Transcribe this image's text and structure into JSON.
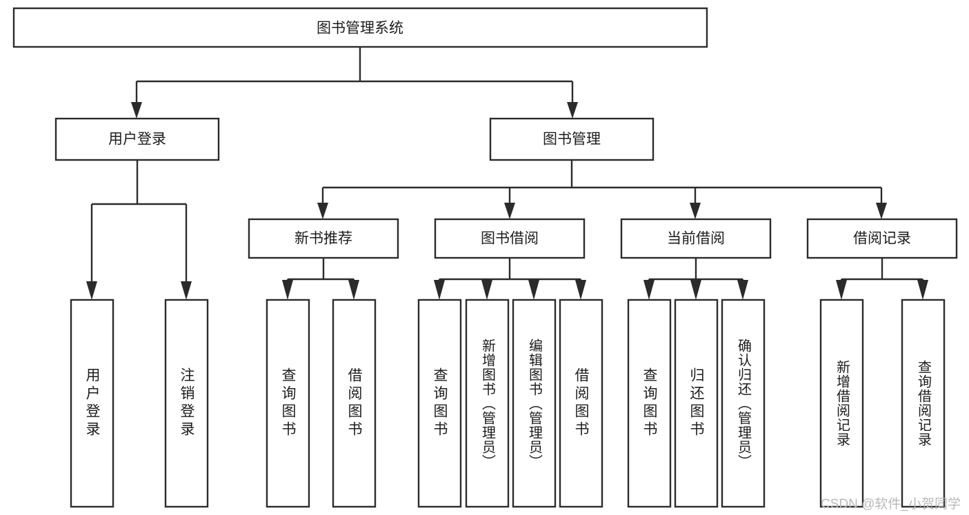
{
  "diagram": {
    "title": "图书管理系统",
    "type": "hierarchy-tree",
    "root": {
      "id": "root",
      "label": "图书管理系统"
    },
    "level2": [
      {
        "id": "user-login",
        "label": "用户登录"
      },
      {
        "id": "book-management",
        "label": "图书管理"
      }
    ],
    "level3": [
      {
        "id": "new-book-recommend",
        "label": "新书推荐",
        "parent": "book-management"
      },
      {
        "id": "book-borrow",
        "label": "图书借阅",
        "parent": "book-management"
      },
      {
        "id": "current-borrow",
        "label": "当前借阅",
        "parent": "book-management"
      },
      {
        "id": "borrow-record",
        "label": "借阅记录",
        "parent": "book-management"
      }
    ],
    "leaves": {
      "user-login": [
        {
          "id": "leaf-user-login",
          "label": "用户登录"
        },
        {
          "id": "leaf-user-logout",
          "label": "注销登录"
        }
      ],
      "new-book-recommend": [
        {
          "id": "leaf-query-book-1",
          "label": "查询图书"
        },
        {
          "id": "leaf-borrow-book-1",
          "label": "借阅图书"
        }
      ],
      "book-borrow": [
        {
          "id": "leaf-query-book-2",
          "label": "查询图书"
        },
        {
          "id": "leaf-add-book",
          "label": "新增图书（管理员）"
        },
        {
          "id": "leaf-edit-book",
          "label": "编辑图书（管理员）"
        },
        {
          "id": "leaf-borrow-book-2",
          "label": "借阅图书"
        }
      ],
      "current-borrow": [
        {
          "id": "leaf-query-book-3",
          "label": "查询图书"
        },
        {
          "id": "leaf-return-book",
          "label": "归还图书"
        },
        {
          "id": "leaf-confirm-return",
          "label": "确认归还（管理员）"
        }
      ],
      "borrow-record": [
        {
          "id": "leaf-add-record",
          "label": "新增借阅记录"
        },
        {
          "id": "leaf-query-record",
          "label": "查询借阅记录"
        }
      ]
    }
  },
  "watermark": {
    "text": "CSDN @软件_小贺同学"
  },
  "colors": {
    "stroke": "#2b2b2b",
    "fill": "#ffffff",
    "text": "#1c1c1c",
    "watermark": "#b9b9b9"
  }
}
